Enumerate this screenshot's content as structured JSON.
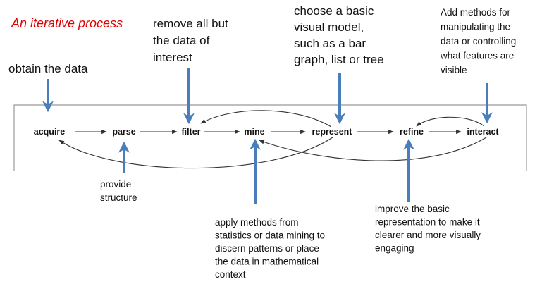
{
  "title": "An iterative process",
  "stages": [
    {
      "id": "acquire",
      "label": "acquire"
    },
    {
      "id": "parse",
      "label": "parse"
    },
    {
      "id": "filter",
      "label": "filter"
    },
    {
      "id": "mine",
      "label": "mine"
    },
    {
      "id": "represent",
      "label": "represent"
    },
    {
      "id": "refine",
      "label": "refine"
    },
    {
      "id": "interact",
      "label": "interact"
    }
  ],
  "annotations": {
    "acquire": [
      "obtain the data"
    ],
    "parse": [
      "provide",
      "structure"
    ],
    "filter": [
      "remove all but",
      "the data of",
      "interest"
    ],
    "mine": [
      "apply methods from",
      "statistics or data mining to",
      "discern patterns or place",
      "the data in  mathematical",
      "context"
    ],
    "represent": [
      "choose a basic",
      "visual model,",
      "such as a bar",
      "graph, list or tree"
    ],
    "refine": [
      "improve the basic",
      "representation to make it",
      "clearer and more visually",
      "engaging"
    ],
    "interact": [
      "Add methods for",
      "manipulating the",
      "data or controlling",
      "what features are",
      "visible"
    ]
  },
  "colors": {
    "title": "#e00000",
    "annotation_arrow": "#4a7ebb",
    "flow_line": "#333333",
    "frame": "#999999"
  }
}
